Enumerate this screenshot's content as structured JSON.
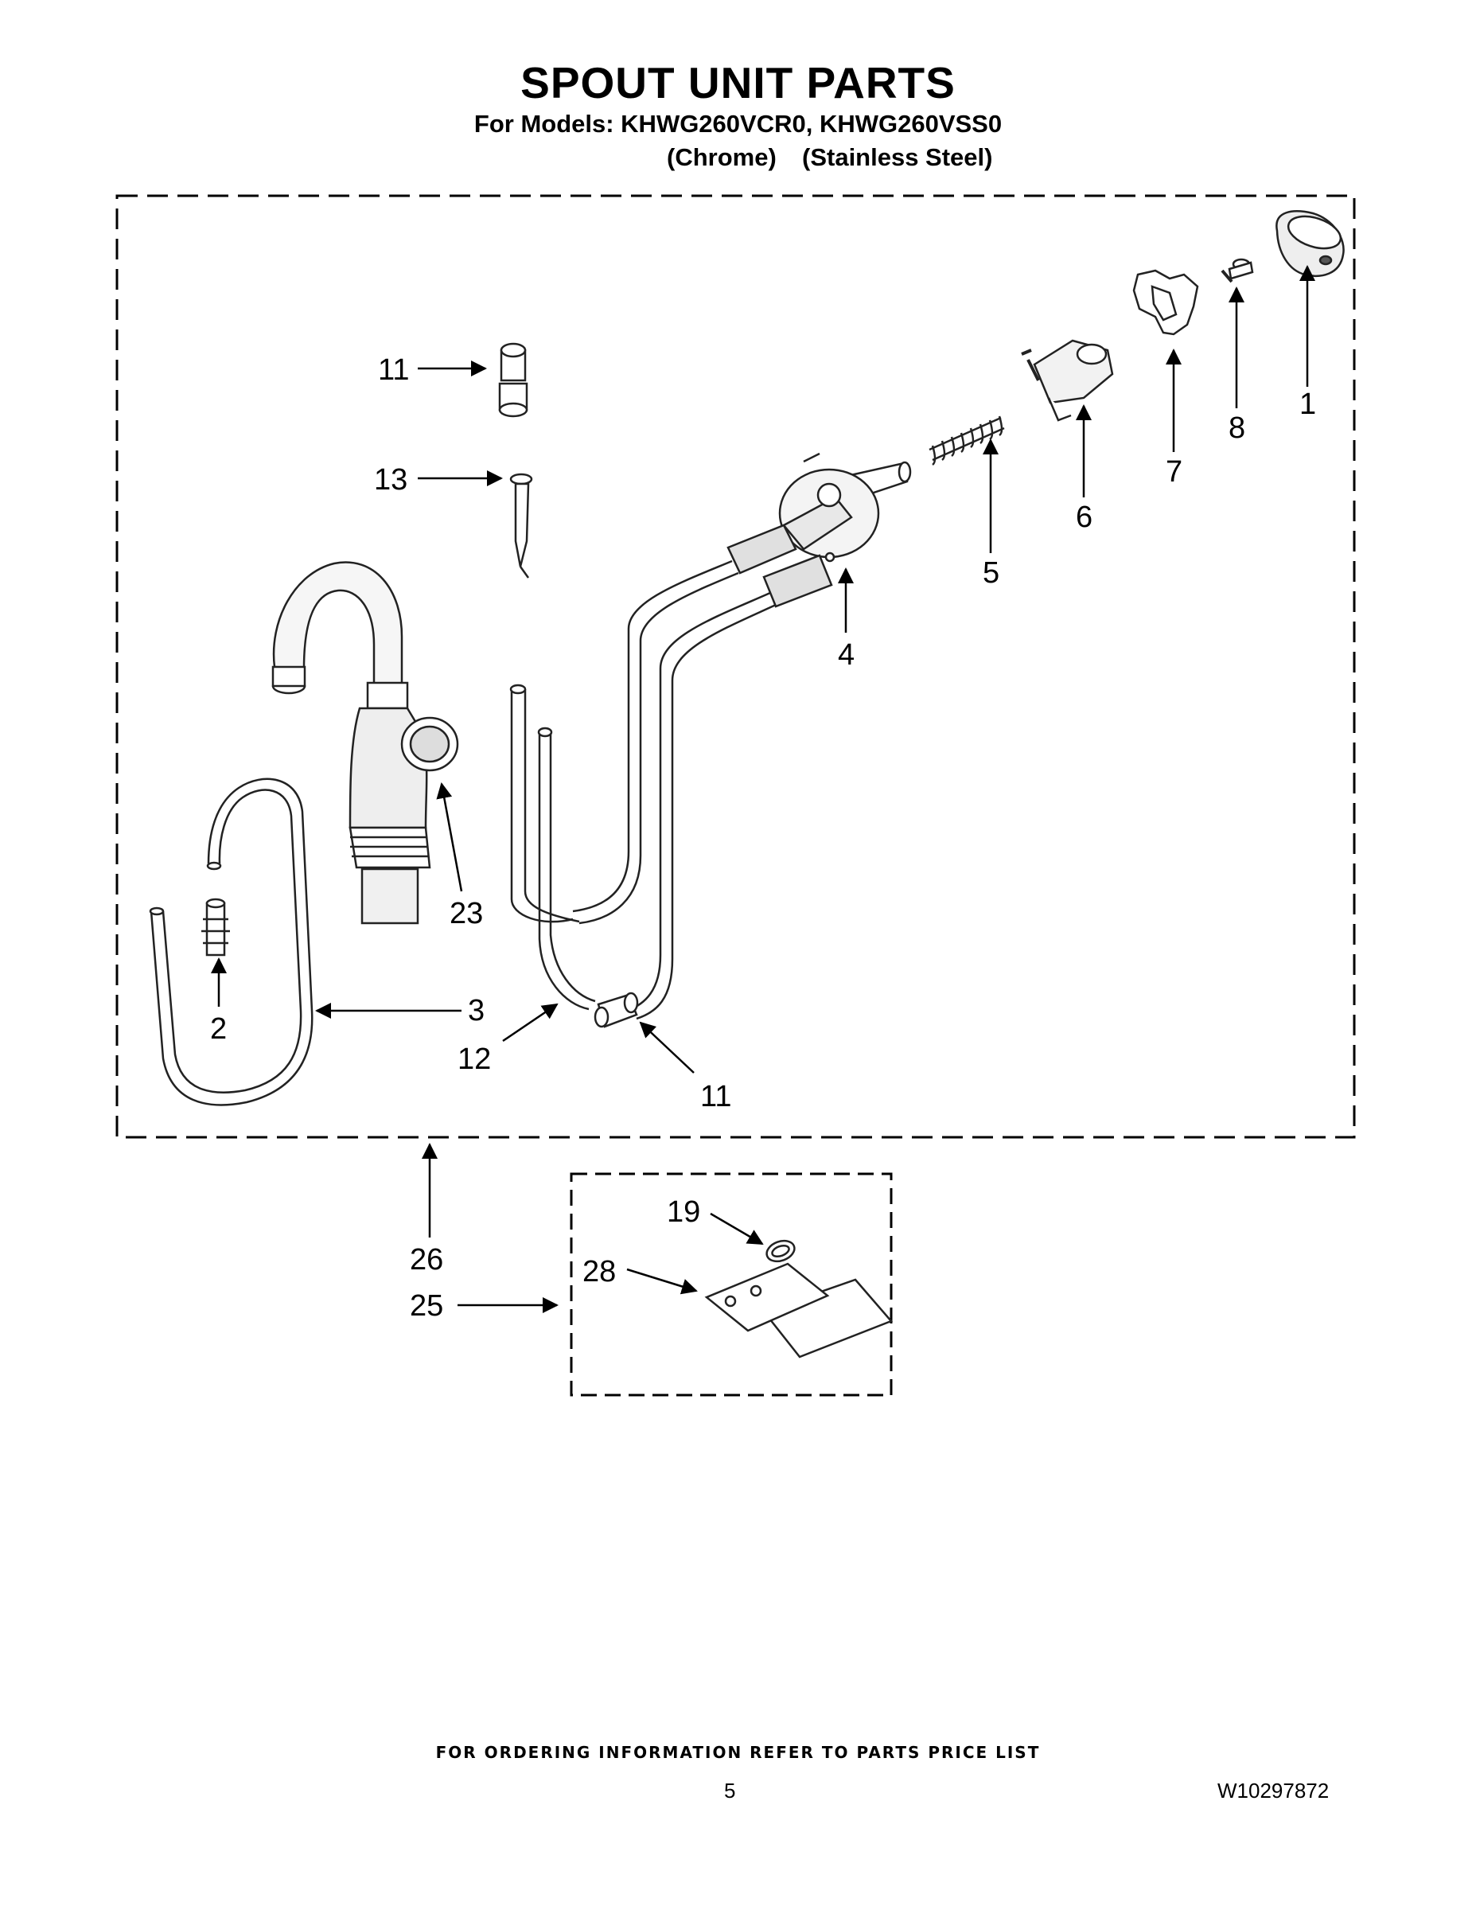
{
  "header": {
    "title": "SPOUT UNIT PARTS",
    "models": "For Models: KHWG260VCR0, KHWG260VSS0",
    "finish_1": "(Chrome)",
    "finish_2": "(Stainless Steel)"
  },
  "callouts": {
    "c1": "1",
    "c2": "2",
    "c3": "3",
    "c4": "4",
    "c5": "5",
    "c6": "6",
    "c7": "7",
    "c8": "8",
    "c11a": "11",
    "c11b": "11",
    "c12": "12",
    "c13": "13",
    "c19": "19",
    "c23": "23",
    "c25": "25",
    "c26": "26",
    "c28": "28"
  },
  "footer": {
    "ordering_note": "FOR ORDERING INFORMATION REFER TO PARTS PRICE LIST",
    "page_number": "5",
    "document_number": "W10297872"
  }
}
